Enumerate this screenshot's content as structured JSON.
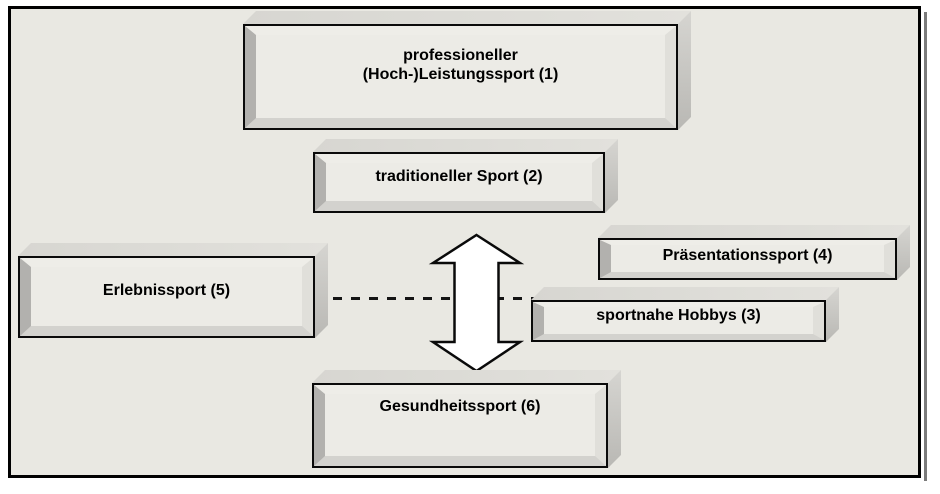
{
  "diagram": {
    "description": "Sport sector model with six labeled 3D boxes, a vertical double-headed arrow and a dashed horizontal connector",
    "boxes": [
      {
        "id": 1,
        "line1": "professioneller",
        "line2": "(Hoch-)Leistungssport (1)"
      },
      {
        "id": 2,
        "label": "traditioneller Sport (2)"
      },
      {
        "id": 3,
        "label": "sportnahe Hobbys (3)"
      },
      {
        "id": 4,
        "label": "Präsentationssport (4)"
      },
      {
        "id": 5,
        "label": "Erlebnissport (5)"
      },
      {
        "id": 6,
        "label": "Gesundheitssport (6)"
      }
    ],
    "connectors": {
      "vertical_arrow_icon": "up-down-arrow-icon",
      "dashed_link_icon": "dashed-line"
    },
    "colors": {
      "frame_background": "#e9e8e2",
      "box_face": "#ecebe6",
      "bevel_shadow": "#b2b1ae",
      "border": "#000000",
      "arrow_fill": "#ffffff"
    }
  }
}
